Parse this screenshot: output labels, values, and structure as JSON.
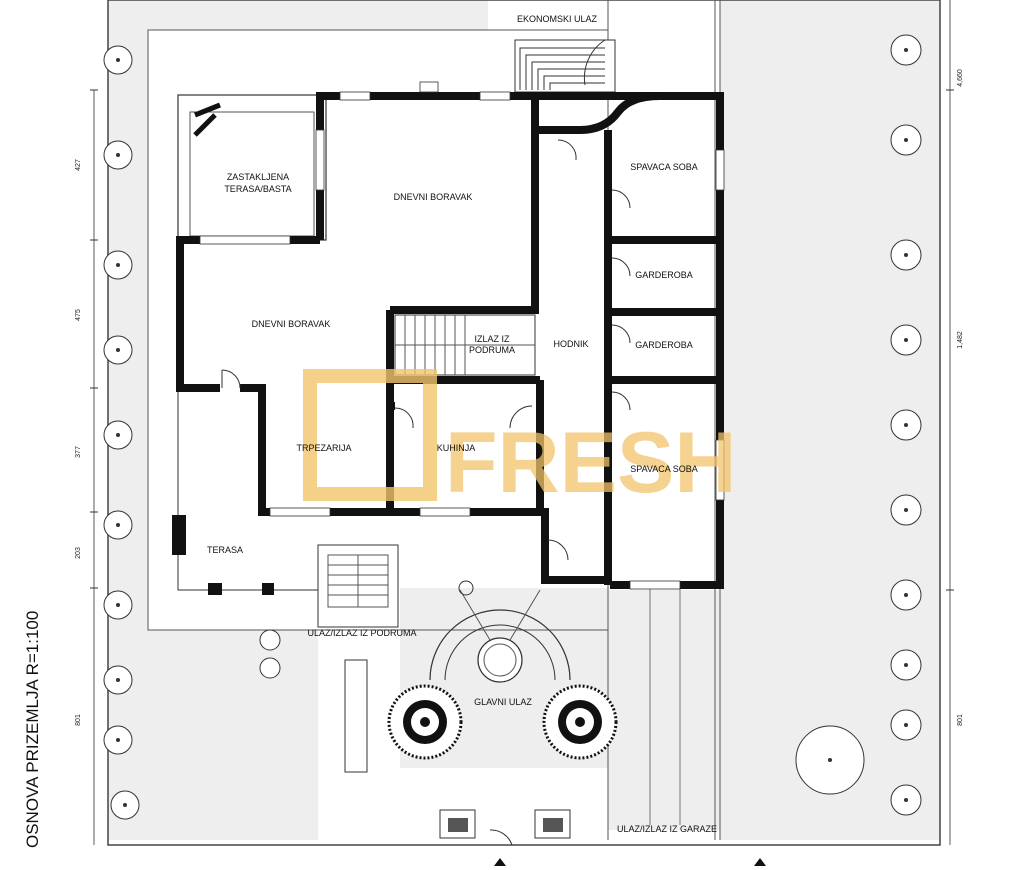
{
  "rooms": {
    "ekonomski_ulaz": "EKONOMSKI ULAZ",
    "zastakljena_1": "ZASTAKLJENA",
    "zastakljena_2": "TERASA/BASTA",
    "dnevni_boravak_top": "DNEVNI BORAVAK",
    "dnevni_boravak_left": "DNEVNI BORAVAK",
    "spavaca_soba_top": "SPAVACA  SOBA",
    "garderoba_1": "GARDEROBA",
    "garderoba_2": "GARDEROBA",
    "izlaz_iz_podruma_1": "IZLAZ IZ",
    "izlaz_iz_podruma_2": "PODRUMA",
    "hodnik": "HODNIK",
    "trpezarija": "TRPEZARIJA",
    "kuhinja": "KUHINJA",
    "spavaca_soba_bottom": "SPAVACA  SOBA",
    "terasa": "TERASA",
    "ulaz_izlaz_iz_podruma": "ULAZ/IZLAZ IZ PODRUMA",
    "glavni_ulaz": "GLAVNI ULAZ",
    "ulaz_izlaz_iz_garaze": "ULAZ/IZLAZ IZ GARAZE"
  },
  "dimensions": {
    "left_1": "427",
    "left_2": "475",
    "left_3": "377",
    "left_4": "203",
    "left_5": "801",
    "right_1": "4,660",
    "right_2": "1,482",
    "right_3": "801"
  },
  "title": "OSNOVA PRIZEMLJA   R=1:100",
  "watermark": "FRESH",
  "colors": {
    "walls": "#111111",
    "watermark": "#f2c46a",
    "ground": "#eeeeee"
  }
}
